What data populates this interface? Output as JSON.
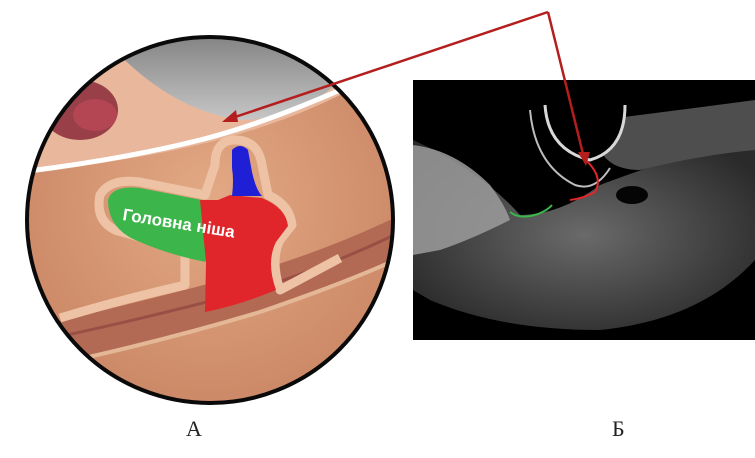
{
  "figure": {
    "panel_a": {
      "label": "А",
      "niche_label": "Головна ніша"
    },
    "panel_b": {
      "label": "Б"
    }
  },
  "colors": {
    "niche_main": "#e0262a",
    "niche_green": "#3cb54a",
    "niche_blue": "#1f1fd6",
    "tissue": "#d89a73",
    "arrow": "#b41e1e",
    "ultrasound_bg": "#000000"
  }
}
